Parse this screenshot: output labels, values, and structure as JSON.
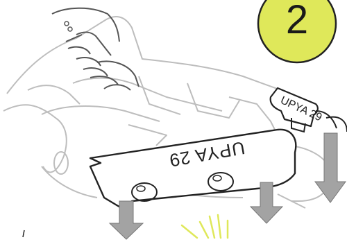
{
  "step": {
    "number": "2",
    "badge_color": "#dfe85a"
  },
  "pedal": {
    "tag_front_text": "UPYA 29",
    "tag_back_text": "UPYA 29",
    "arrows": [
      "down-arrow",
      "down-arrow",
      "down-arrow"
    ],
    "arrow_color": "#a3a3a3",
    "click_effect_color": "#dfe85a"
  }
}
